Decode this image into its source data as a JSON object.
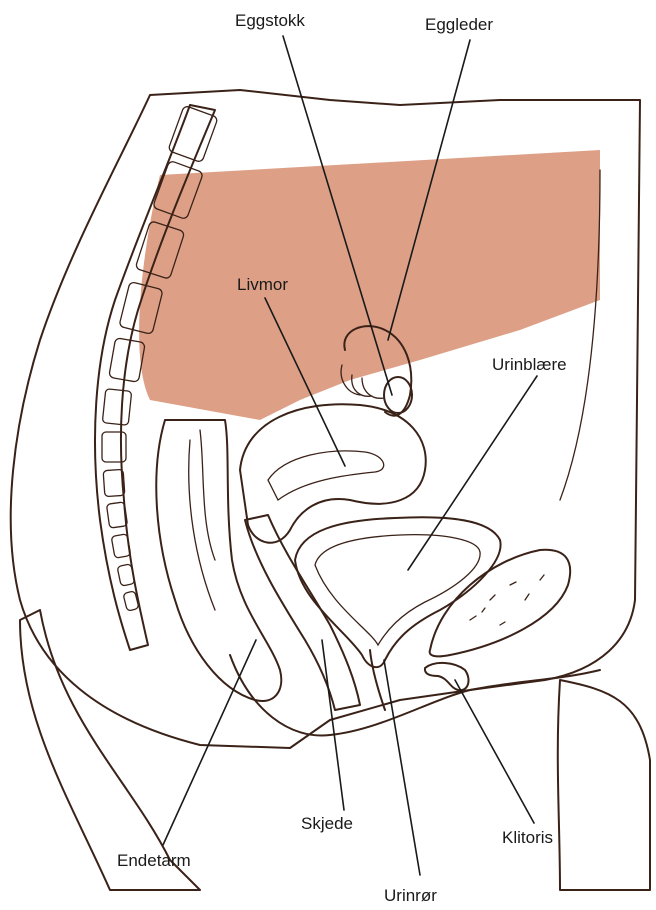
{
  "labels": {
    "ovary": "Eggstokk",
    "fallopian_tube": "Eggleder",
    "uterus": "Livmor",
    "bladder": "Urinblære",
    "vagina": "Skjede",
    "rectum": "Endetarm",
    "clitoris": "Klitoris",
    "urethra": "Urinrør"
  },
  "colors": {
    "skin": "#e9b79f",
    "skin_shadow": "#d8998a",
    "tissue": "#dd9f86",
    "organ": "#c85a5e",
    "organ_light": "#f2d3d3",
    "bladder_rim": "#efe07a",
    "bladder_inner": "#f5f0d7",
    "bone": "#fbf6ef",
    "line": "#3a2218"
  }
}
